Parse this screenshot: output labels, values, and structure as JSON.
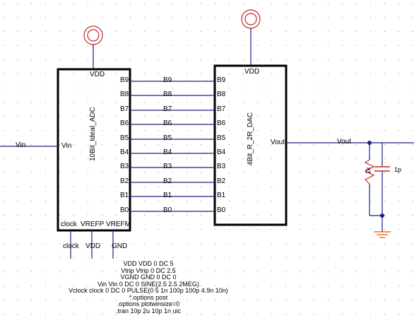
{
  "adc": {
    "name": "10Bit_Ideal_ADC",
    "supply_pin": "VDD",
    "input_pin": "Vin",
    "bit_pins": [
      "B9",
      "B8",
      "B7",
      "B6",
      "B5",
      "B4",
      "B3",
      "B2",
      "B1",
      "B0"
    ],
    "bottom_pins": [
      "clock",
      "VREFP",
      "VREFM"
    ]
  },
  "dac": {
    "name": "4Bit_R_2R_DAC",
    "supply_pin": "VDD",
    "output_pin": "Vout",
    "bit_pins": [
      "B9",
      "B8",
      "B7",
      "B6",
      "B5",
      "B4",
      "B3",
      "B2",
      "B1",
      "B0"
    ]
  },
  "bus_labels": [
    "B9",
    "B8",
    "B7",
    "B6",
    "B5",
    "B4",
    "B3",
    "B2",
    "B1",
    "B0"
  ],
  "input_net": "Vin",
  "output_net": "Vout",
  "bottom_nets": [
    "clock",
    "VDD",
    "GND"
  ],
  "load": {
    "resistor": "1k",
    "capacitor": "1p"
  },
  "netlist": [
    "VDD VDD 0 DC 5",
    "Vtrip Vtrip 0 DC 2.5",
    "VGND GND 0 DC 0",
    "Vin Vin 0 DC 0 SINE(2.5 2.5 2MEG)",
    "Vclock clock 0 DC 0 PULSE(0 5 1n 100p 100p 4.9n 10n)",
    "*.options post",
    ".options plotwinsize=0",
    ".tran 10p 2u 10p 1n uic"
  ],
  "colors": {
    "wire": "#1a237e",
    "component": "#000000",
    "supply_symbol": "#c62828",
    "ground_symbol": "#e65100",
    "junction": "#1a237e",
    "resistor": "#c62828"
  }
}
